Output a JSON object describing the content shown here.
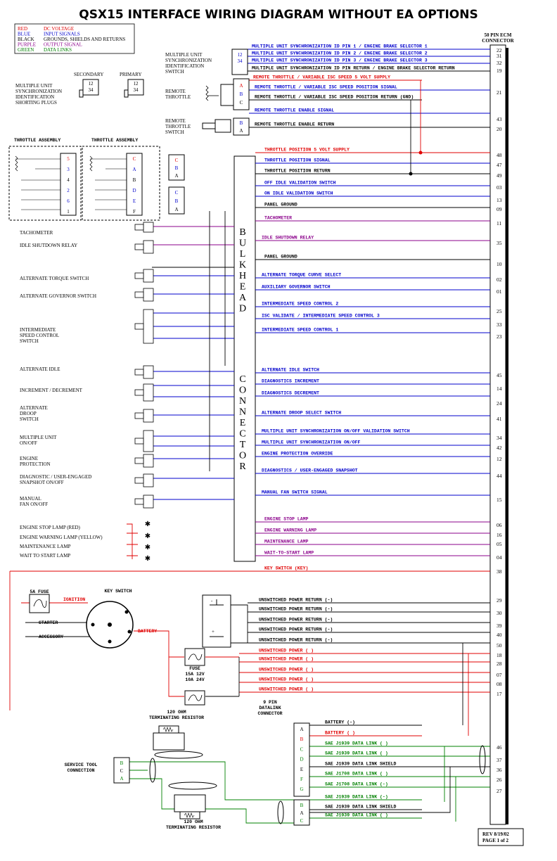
{
  "title": "QSX15 INTERFACE WIRING DIAGRAM WITHOUT EA OPTIONS",
  "legend": [
    {
      "code": "RED",
      "desc": "DC VOLTAGE",
      "color": "#e00000"
    },
    {
      "code": "BLUE",
      "desc": "INPUT SIGNALS",
      "color": "#0000cc"
    },
    {
      "code": "BLACK",
      "desc": "GROUNDS, SHIELDS AND RETURNS",
      "color": "#000000"
    },
    {
      "code": "PURPLE",
      "desc": "OUTPUT SIGNAL",
      "color": "#8b008b"
    },
    {
      "code": "GREEN",
      "desc": "DATA LINKS",
      "color": "#008000"
    }
  ],
  "ecm_connector_label": [
    "50 PIN ECM",
    "CONNECTOR"
  ],
  "bulkhead_letters": [
    "B",
    "U",
    "L",
    "K",
    "H",
    "E",
    "A",
    "D"
  ],
  "connector_letters": [
    "C",
    "O",
    "N",
    "N",
    "E",
    "C",
    "T",
    "O",
    "R"
  ],
  "component_labels": [
    {
      "id": "mus-id-switch",
      "lines": [
        "MULTIPLE UNIT",
        "SYNCHRONIZATION",
        "IDENTIFICATION",
        "SWITCH"
      ]
    },
    {
      "id": "mus-plugs",
      "lines": [
        "MULTIPLE UNIT",
        "SYNCHRONIZATION",
        "IDENTIFICATION",
        "SHORTING PLUGS"
      ]
    },
    {
      "id": "secondary",
      "lines": [
        "SECONDARY"
      ]
    },
    {
      "id": "primary",
      "lines": [
        "PRIMARY"
      ]
    },
    {
      "id": "remote-throttle",
      "lines": [
        "REMOTE",
        "THROTTLE"
      ]
    },
    {
      "id": "remote-throttle-switch",
      "lines": [
        "REMOTE",
        "THROTTLE",
        "SWITCH"
      ]
    },
    {
      "id": "throttle-assembly-1",
      "lines": [
        "THROTTLE ASSEMBLY"
      ]
    },
    {
      "id": "throttle-assembly-2",
      "lines": [
        "THROTTLE ASSEMBLY"
      ]
    },
    {
      "id": "tachometer",
      "lines": [
        "TACHOMETER"
      ]
    },
    {
      "id": "idle-shutdown-relay",
      "lines": [
        "IDLE SHUTDOWN RELAY"
      ]
    },
    {
      "id": "alt-torque",
      "lines": [
        "ALTERNATE TORQUE SWITCH"
      ]
    },
    {
      "id": "alt-governor",
      "lines": [
        "ALTERNATE GOVERNOR SWITCH"
      ]
    },
    {
      "id": "isc-switch",
      "lines": [
        "INTERMEDIATE",
        "SPEED CONTROL",
        "SWITCH"
      ]
    },
    {
      "id": "alt-idle",
      "lines": [
        "ALTERNATE IDLE"
      ]
    },
    {
      "id": "inc-dec",
      "lines": [
        "INCREMENT / DECREMENT"
      ]
    },
    {
      "id": "alt-droop",
      "lines": [
        "ALTERNATE",
        "DROOP",
        "SWITCH"
      ]
    },
    {
      "id": "mus-onoff",
      "lines": [
        "MULTIPLE  UNIT",
        "ON/OFF"
      ]
    },
    {
      "id": "engine-protection",
      "lines": [
        "ENGINE",
        "PROTECTION"
      ]
    },
    {
      "id": "diag-snapshot",
      "lines": [
        "DIAGNOSTIC / USER-ENGAGED",
        "SNAPSHOT ON/OFF"
      ]
    },
    {
      "id": "manual-fan",
      "lines": [
        "MANUAL",
        "FAN ON/OFF"
      ]
    },
    {
      "id": "stop-lamp",
      "lines": [
        "ENGINE STOP LAMP (RED)"
      ]
    },
    {
      "id": "warning-lamp",
      "lines": [
        "ENGINE WARNING LAMP (YELLOW)"
      ]
    },
    {
      "id": "maint-lamp",
      "lines": [
        "MAINTENANCE LAMP"
      ]
    },
    {
      "id": "wait-lamp",
      "lines": [
        "WAIT TO START LAMP"
      ]
    },
    {
      "id": "fuse-5a",
      "lines": [
        "5A FUSE"
      ]
    },
    {
      "id": "key-switch",
      "lines": [
        "KEY SWITCH"
      ]
    },
    {
      "id": "ignition",
      "lines": [
        "IGNITION"
      ]
    },
    {
      "id": "starter",
      "lines": [
        "STARTER"
      ]
    },
    {
      "id": "accessory",
      "lines": [
        "ACCESSORY"
      ]
    },
    {
      "id": "battery",
      "lines": [
        "BATTERY"
      ]
    },
    {
      "id": "fuse-15a",
      "lines": [
        "FUSE",
        "15A  12V",
        "10A  24V"
      ]
    },
    {
      "id": "datalink-conn",
      "lines": [
        "9  PIN",
        "DATALINK",
        "CONNECTOR"
      ]
    },
    {
      "id": "term-res-top",
      "lines": [
        "120 OHM",
        "TERMINATING RESISTOR"
      ]
    },
    {
      "id": "term-res-bot",
      "lines": [
        "120 OHM",
        "TERMINATING RESISTOR"
      ]
    },
    {
      "id": "service-tool",
      "lines": [
        "SERVICE TOOL",
        "CONNECTION"
      ]
    }
  ],
  "signals": [
    {
      "label": "MULTIPLE UNIT SYNCHRONIZATION ID PIN 1 / ENGINE BRAKE SELECTOR 1",
      "pin": "22",
      "color": "#0000cc"
    },
    {
      "label": "MULTIPLE UNIT SYNCHRONIZATION ID PIN 2 / ENGINE BRAKE SELECTOR 2",
      "pin": "31",
      "color": "#0000cc"
    },
    {
      "label": "MULTIPLE UNIT SYNCHRONIZATION ID PIN 3 / ENGINE BRAKE SELECTOR 3",
      "pin": "32",
      "color": "#0000cc"
    },
    {
      "label": "MULTIPLE UNIT SYNCHRONIZATION ID PIN RETURN / ENGINE BRAKE SELECTOR RETURN",
      "pin": "19",
      "color": "#000000"
    },
    {
      "label": "REMOTE THROTTLE / VARIABLE ISC SPEED  5 VOLT SUPPLY",
      "pin": "",
      "color": "#e00000"
    },
    {
      "label": "REMOTE THROTTLE / VARIABLE ISC SPEED POSITION SIGNAL",
      "pin": "21",
      "color": "#0000cc"
    },
    {
      "label": "REMOTE THROTTLE / VARIABLE ISC SPEED POSITION RETURN (GND)",
      "pin": "",
      "color": "#000000"
    },
    {
      "label": "REMOTE THROTTLE ENABLE SIGNAL",
      "pin": "43",
      "color": "#0000cc"
    },
    {
      "label": "REMOTE THROTTLE ENABLE RETURN",
      "pin": "20",
      "color": "#000000"
    },
    {
      "label": "THROTTLE POSITION  5 VOLT SUPPLY",
      "pin": "48",
      "color": "#e00000"
    },
    {
      "label": "THROTTLE POSITION SIGNAL",
      "pin": "47",
      "color": "#0000cc"
    },
    {
      "label": "THROTTLE POSITION RETURN",
      "pin": "49",
      "color": "#000000"
    },
    {
      "label": "OFF IDLE VALIDATION SWITCH",
      "pin": "03",
      "color": "#0000cc"
    },
    {
      "label": "ON IDLE VALIDATION SWITCH",
      "pin": "13",
      "color": "#0000cc"
    },
    {
      "label": "PANEL GROUND",
      "pin": "09",
      "color": "#000000"
    },
    {
      "label": "TACHOMETER",
      "pin": "11",
      "color": "#8b008b"
    },
    {
      "label": "IDLE SHUTDOWN RELAY",
      "pin": "35",
      "color": "#8b008b"
    },
    {
      "label": "PANEL GROUND",
      "pin": "10",
      "color": "#000000"
    },
    {
      "label": "ALTERNATE TORQUE CURVE SELECT",
      "pin": "02",
      "color": "#0000cc"
    },
    {
      "label": "AUXILIARY GOVERNOR SWITCH",
      "pin": "01",
      "color": "#0000cc"
    },
    {
      "label": "INTERMEDIATE SPEED CONTROL 2",
      "pin": "25",
      "color": "#0000cc"
    },
    {
      "label": "ISC VALIDATE / INTERMEDIATE SPEED CONTROL 3",
      "pin": "33",
      "color": "#0000cc"
    },
    {
      "label": "INTERMEDIATE SPEED CONTROL 1",
      "pin": "23",
      "color": "#0000cc"
    },
    {
      "label": "ALTERNATE IDLE SWITCH",
      "pin": "45",
      "color": "#0000cc"
    },
    {
      "label": "DIAGNOSTICS INCREMENT",
      "pin": "14",
      "color": "#0000cc"
    },
    {
      "label": "DIAGNOSTICS DECREMENT",
      "pin": "24",
      "color": "#0000cc"
    },
    {
      "label": "ALTERNATE DROOP SELECT SWITCH",
      "pin": "41",
      "color": "#0000cc"
    },
    {
      "label": "MULTIPLE UNIT SYNCHRONIZATION ON/OFF VALIDATION SWITCH",
      "pin": "34",
      "color": "#0000cc"
    },
    {
      "label": "MULTIPLE UNIT SYNCHRONIZATION ON/OFF",
      "pin": "42",
      "color": "#0000cc"
    },
    {
      "label": "ENGINE PROTECTION OVERRIDE",
      "pin": "12",
      "color": "#0000cc"
    },
    {
      "label": "DIAGNOSTICS / USER-ENGAGED SNAPSHOT",
      "pin": "44",
      "color": "#0000cc"
    },
    {
      "label": "MANUAL FAN SWITCH SIGNAL",
      "pin": "15",
      "color": "#0000cc"
    },
    {
      "label": "ENGINE STOP LAMP",
      "pin": "06",
      "color": "#8b008b"
    },
    {
      "label": "ENGINE WARNING LAMP",
      "pin": "16",
      "color": "#8b008b"
    },
    {
      "label": "MAINTENANCE LAMP",
      "pin": "05",
      "color": "#8b008b"
    },
    {
      "label": "WAIT-TO-START LAMP",
      "pin": "04",
      "color": "#8b008b"
    },
    {
      "label": "KEY SWITCH (KEY)",
      "pin": "38",
      "color": "#e00000"
    },
    {
      "label": "UNSWITCHED POWER RETURN (-)",
      "pin": "29",
      "color": "#000000"
    },
    {
      "label": "UNSWITCHED POWER RETURN (-)",
      "pin": "30",
      "color": "#000000"
    },
    {
      "label": "UNSWITCHED POWER RETURN (-)",
      "pin": "39",
      "color": "#000000"
    },
    {
      "label": "UNSWITCHED POWER RETURN (-)",
      "pin": "40",
      "color": "#000000"
    },
    {
      "label": "UNSWITCHED POWER RETURN (-)",
      "pin": "50",
      "color": "#000000"
    },
    {
      "label": "UNSWITCHED POWER ( )",
      "pin": "18",
      "color": "#e00000"
    },
    {
      "label": "UNSWITCHED POWER ( )",
      "pin": "28",
      "color": "#e00000"
    },
    {
      "label": "UNSWITCHED POWER ( )",
      "pin": "07",
      "color": "#e00000"
    },
    {
      "label": "UNSWITCHED POWER ( )",
      "pin": "08",
      "color": "#e00000"
    },
    {
      "label": "UNSWITCHED POWER ( )",
      "pin": "17",
      "color": "#e00000"
    },
    {
      "label": "BATTERY (-)",
      "pin": "",
      "color": "#000000"
    },
    {
      "label": "BATTERY ( )",
      "pin": "",
      "color": "#e00000"
    },
    {
      "label": "SAE J1939 DATA LINK ( )",
      "pin": "46",
      "color": "#008000"
    },
    {
      "label": "SAE J1939 DATA LINK ( )",
      "pin": "37",
      "color": "#008000"
    },
    {
      "label": "SAE J1939 DATA LINK SHIELD",
      "pin": "36",
      "color": "#000000"
    },
    {
      "label": "SAE J1708 DATA LINK ( )",
      "pin": "26",
      "color": "#008000"
    },
    {
      "label": "SAE J1708 DATA LINK (-)",
      "pin": "27",
      "color": "#008000"
    },
    {
      "label": "SAE J1939 DATA LINK (-)",
      "pin": "",
      "color": "#008000"
    },
    {
      "label": "SAE J1939 DATA LINK SHIELD",
      "pin": "",
      "color": "#000000"
    },
    {
      "label": "SAE J1939 DATA LINK ( )",
      "pin": "",
      "color": "#008000"
    }
  ],
  "connector_pins": {
    "mus_id": [
      "12",
      "34"
    ],
    "mus_secondary": [
      "12",
      "34"
    ],
    "mus_primary": [
      "12",
      "34"
    ],
    "remote_throttle": [
      "A",
      "B",
      "C"
    ],
    "remote_throttle_switch": [
      "B",
      "A"
    ],
    "throttle_asm_1": [
      "5",
      "3",
      "4",
      "2",
      "6",
      "1"
    ],
    "throttle_asm_2": [
      "C",
      "A",
      "B",
      "D",
      "E",
      "F"
    ],
    "throttle_conn_1": [
      "C",
      "B",
      "A"
    ],
    "throttle_conn_2": [
      "C",
      "B",
      "A"
    ],
    "battery_terminals": [
      "-",
      "+"
    ],
    "datalink_9pin": [
      "A",
      "B",
      "C",
      "D",
      "E",
      "F",
      "G"
    ],
    "service_tool": [
      "B",
      "C",
      "A"
    ],
    "j1939_conn": [
      "B",
      "A",
      "C"
    ]
  },
  "revision": [
    "REV 8/19/02",
    "PAGE 1 of 2"
  ]
}
